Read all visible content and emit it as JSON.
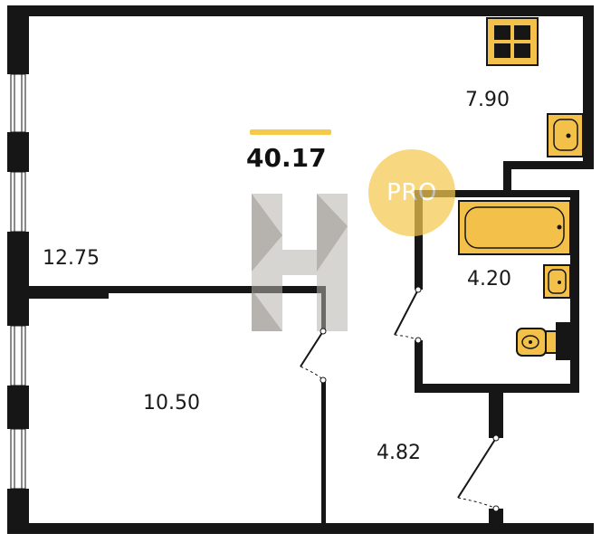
{
  "total_area": "40.17",
  "watermark": "PRO",
  "rooms": {
    "living": "12.75",
    "kitchen": "7.90",
    "bedroom": "10.50",
    "bathroom": "4.20",
    "hall": "4.82"
  },
  "colors": {
    "wall": "#161616",
    "fixture": "#f3c04a",
    "fixture_stroke": "#161616",
    "accent": "#f5c94a",
    "badge": "#f4c94f",
    "watermark": "#b7b2ad"
  },
  "icons": [
    "stove-icon",
    "sink-icon",
    "bathtub-icon",
    "toilet-icon",
    "door-swing-icon",
    "window-icon",
    "logo-watermark-icon"
  ]
}
